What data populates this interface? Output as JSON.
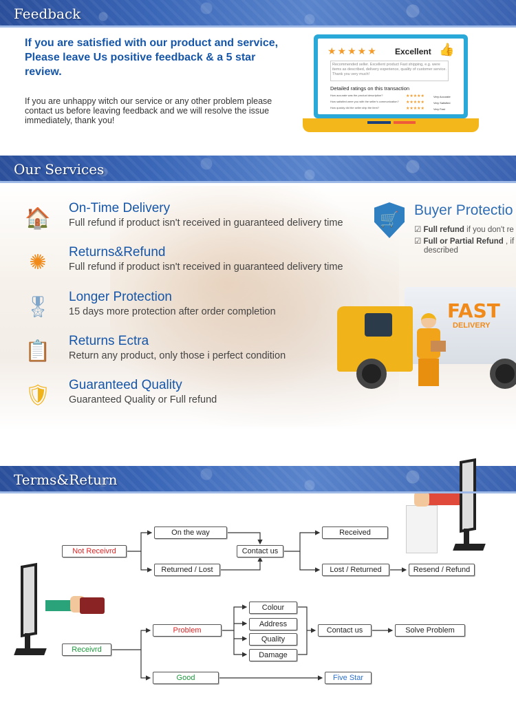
{
  "feedback": {
    "banner_title": "Feedback",
    "lead": "If you are satisfied with our product and service, Please leave Us positive feedback & a 5 star review.",
    "note": "If you are unhappy witch our service or any other problem please contact us before leaving feedback and we will resolve the issue immediately, thank you!",
    "laptop": {
      "rating_label": "Excellent",
      "review_text": "Recommended seller. Excellent product Fast shipping, e.g. were items as described, delivery experience, quality of customer service. Thank you very much!",
      "detailed_title": "Detailed ratings on this transaction",
      "rows": [
        {
          "q": "How accurate was the product description?",
          "verdict": "Very Accurate"
        },
        {
          "q": "How satisfied were you with the seller's communication?",
          "verdict": "Very Satisfied"
        },
        {
          "q": "How quickly did the seller ship the item?",
          "verdict": "Very Fast"
        }
      ]
    }
  },
  "services": {
    "banner_title": "Our Services",
    "items": [
      {
        "heading": "On-Time Delivery",
        "desc": "Full refund if product isn't received in guaranteed delivery time",
        "icon": "clock-house-icon"
      },
      {
        "heading": "Returns&Refund",
        "desc": "Full refund if product isn't received in guaranteed delivery time",
        "icon": "orange-badge-icon"
      },
      {
        "heading": "Longer Protection",
        "desc": "15 days more protection after order completion",
        "icon": "medal-icon"
      },
      {
        "heading": "Returns Ectra",
        "desc": "Return any product, only those i perfect condition",
        "icon": "clipboard-icon"
      },
      {
        "heading": "Guaranteed Quality",
        "desc": "Guaranteed Quality or Full refund",
        "icon": "shield-star-icon"
      }
    ],
    "buyer_protection": {
      "title": "Buyer Protectio",
      "line1_bold": "Full refund",
      "line1_rest": " if you don't re",
      "line2_bold": "Full or Partial Refund",
      "line2_rest": " , if t",
      "line3": "described"
    },
    "truck": {
      "fast": "FAST",
      "delivery": "DELIVERY"
    }
  },
  "terms": {
    "banner_title": "Terms&Return",
    "boxes": {
      "not_received": "Not Receivrd",
      "on_the_way": "On the way",
      "returned_lost": "Returned / Lost",
      "contact_us_1": "Contact us",
      "received": "Received",
      "lost_returned": "Lost / Returned",
      "resend_refund": "Resend / Refund",
      "receivrd": "Receivrd",
      "problem": "Problem",
      "good": "Good",
      "colour": "Colour",
      "address": "Address",
      "quality": "Quality",
      "damage": "Damage",
      "contact_us_2": "Contact us",
      "solve_problem": "Solve Problem",
      "five_star": "Five Star"
    }
  }
}
